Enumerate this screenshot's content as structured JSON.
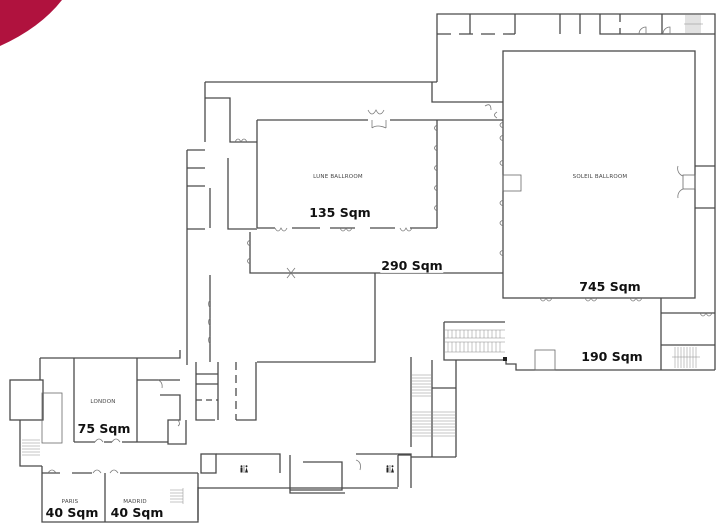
{
  "brand": {
    "corner_color": "#b0123e"
  },
  "rooms": [
    {
      "id": "lune",
      "name": "LUNE BALLROOM",
      "area": "135 Sqm"
    },
    {
      "id": "soleil",
      "name": "SOLEIL BALLROOM",
      "area": "745 Sqm"
    },
    {
      "id": "foyer",
      "name": "",
      "area": "290 Sqm"
    },
    {
      "id": "prefunction",
      "name": "",
      "area": "190 Sqm"
    },
    {
      "id": "london",
      "name": "LONDON",
      "area": "75 Sqm"
    },
    {
      "id": "paris",
      "name": "PARIS",
      "area": "40 Sqm"
    },
    {
      "id": "madrid",
      "name": "MADRID",
      "area": "40 Sqm"
    }
  ],
  "restrooms": [
    {
      "icon": "restroom-icon",
      "symbol": "🚻"
    },
    {
      "icon": "restroom-icon",
      "symbol": "🚻"
    }
  ]
}
